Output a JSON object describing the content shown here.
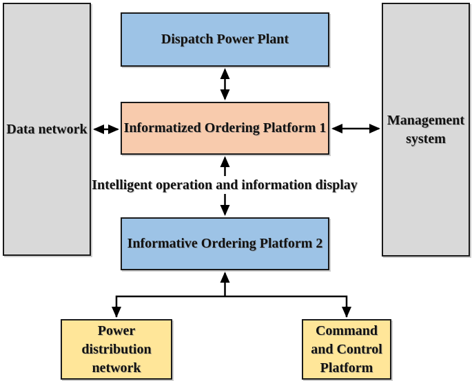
{
  "figure": {
    "annotation": {
      "text": "Intelligent operation and information display"
    },
    "nodes": {
      "data_network": {
        "label": "Data network",
        "fill": "#d9d9d9"
      },
      "management_system": {
        "label": "Management system",
        "fill": "#d9d9d9"
      },
      "dispatch_power_plant": {
        "label": "Dispatch Power Plant",
        "fill": "#9dc3e6"
      },
      "platform_1": {
        "label": "Informatized Ordering Platform 1",
        "fill": "#f8cbad"
      },
      "platform_2": {
        "label": "Informative Ordering Platform 2",
        "fill": "#9dc3e6"
      },
      "power_distribution_network": {
        "label": "Power distribution network",
        "fill": "#ffe699"
      },
      "command_control_platform": {
        "label": "Command and Control Platform",
        "fill": "#ffe699"
      }
    },
    "connections": [
      {
        "from": "data_network",
        "to": "platform_1",
        "type": "bidirectional"
      },
      {
        "from": "dispatch_power_plant",
        "to": "platform_1",
        "type": "bidirectional"
      },
      {
        "from": "platform_1",
        "to": "management_system",
        "type": "bidirectional"
      },
      {
        "from": "platform_1",
        "to": "platform_2",
        "type": "bidirectional-through-label"
      },
      {
        "from": "platform_2",
        "to": "power_distribution_network",
        "type": "down-fork"
      },
      {
        "from": "platform_2",
        "to": "command_control_platform",
        "type": "down-fork"
      }
    ],
    "colors": {
      "background": "#ffffff",
      "border": "#1a1a1a",
      "arrow": "#000000",
      "gray_panel": "#d9d9d9",
      "blue_box": "#9dc3e6",
      "orange_box": "#f8cbad",
      "yellow_box": "#ffe699"
    }
  }
}
